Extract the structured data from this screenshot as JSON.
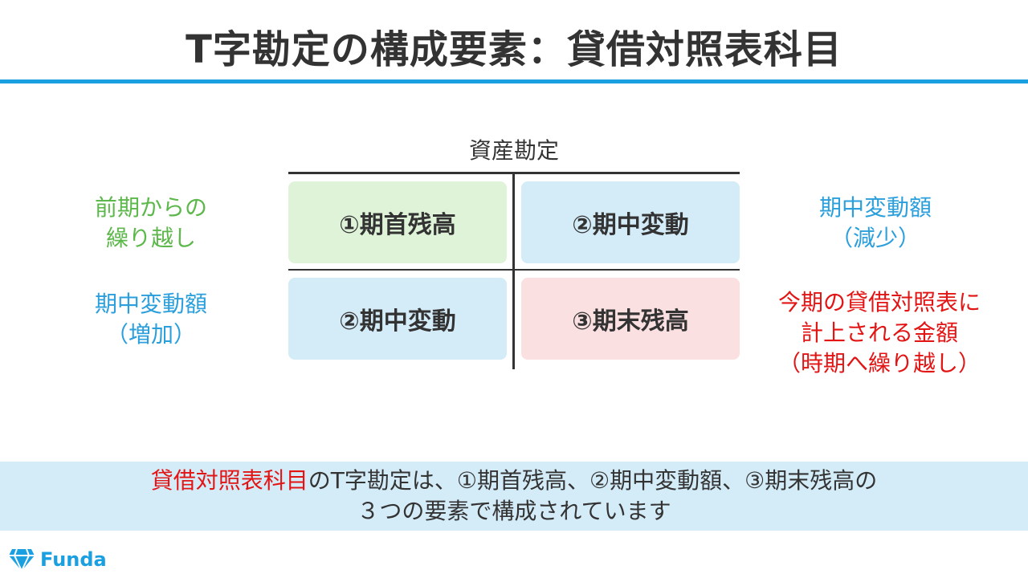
{
  "title": "T字勘定の構成要素：貸借対照表科目",
  "account_label": "資産勘定",
  "cells": {
    "top_left": "①期首残高",
    "top_right": "②期中変動",
    "bottom_left": "②期中変動",
    "bottom_right": "③期末残高"
  },
  "left_top": {
    "line1": "前期からの",
    "line2": "繰り越し"
  },
  "left_bottom": {
    "line1": "期中変動額",
    "line2": "（増加）"
  },
  "right_top": {
    "line1": "期中変動額",
    "line2": "（減少）"
  },
  "right_bottom": {
    "line1": "今期の貸借対照表に",
    "line2": "計上される金額",
    "line3": "（時期へ繰り越し）"
  },
  "banner": {
    "highlight": "貸借対照表科目",
    "rest": "のT字勘定は、①期首残高、②期中変動額、③期末残高の",
    "line2": "３つの要素で構成されています"
  },
  "logo": {
    "text": "Funda",
    "icon": "funda-diamond-icon"
  },
  "colors": {
    "accent": "#1a9fe0",
    "green_text": "#5cb84a",
    "blue_text": "#2a9fdc",
    "red_text": "#e21414",
    "cell_green": "#dff3d8",
    "cell_blue": "#d4ebf8",
    "cell_pink": "#fbe0e2"
  }
}
